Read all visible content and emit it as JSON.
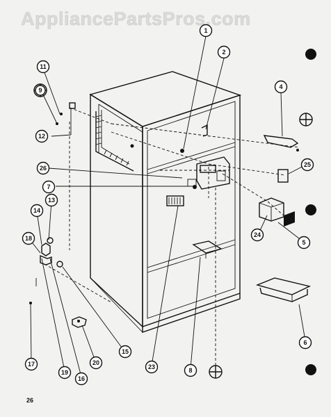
{
  "watermark": "AppliancePartsPros.com",
  "page_number": "26",
  "callouts": [
    {
      "id": "c1",
      "label": "1"
    },
    {
      "id": "c2",
      "label": "2"
    },
    {
      "id": "c4",
      "label": "4"
    },
    {
      "id": "c5",
      "label": "5"
    },
    {
      "id": "c6",
      "label": "6"
    },
    {
      "id": "c7",
      "label": "7"
    },
    {
      "id": "c8",
      "label": "8"
    },
    {
      "id": "c9",
      "label": "9"
    },
    {
      "id": "c11",
      "label": "11"
    },
    {
      "id": "c12",
      "label": "12"
    },
    {
      "id": "c13",
      "label": "13"
    },
    {
      "id": "c14",
      "label": "14"
    },
    {
      "id": "c15",
      "label": "15"
    },
    {
      "id": "c16",
      "label": "16"
    },
    {
      "id": "c17",
      "label": "17"
    },
    {
      "id": "c18",
      "label": "18"
    },
    {
      "id": "c19",
      "label": "19"
    },
    {
      "id": "c20",
      "label": "20"
    },
    {
      "id": "c23",
      "label": "23"
    },
    {
      "id": "c24",
      "label": "24"
    },
    {
      "id": "c25",
      "label": "25"
    },
    {
      "id": "c26",
      "label": "26"
    }
  ]
}
